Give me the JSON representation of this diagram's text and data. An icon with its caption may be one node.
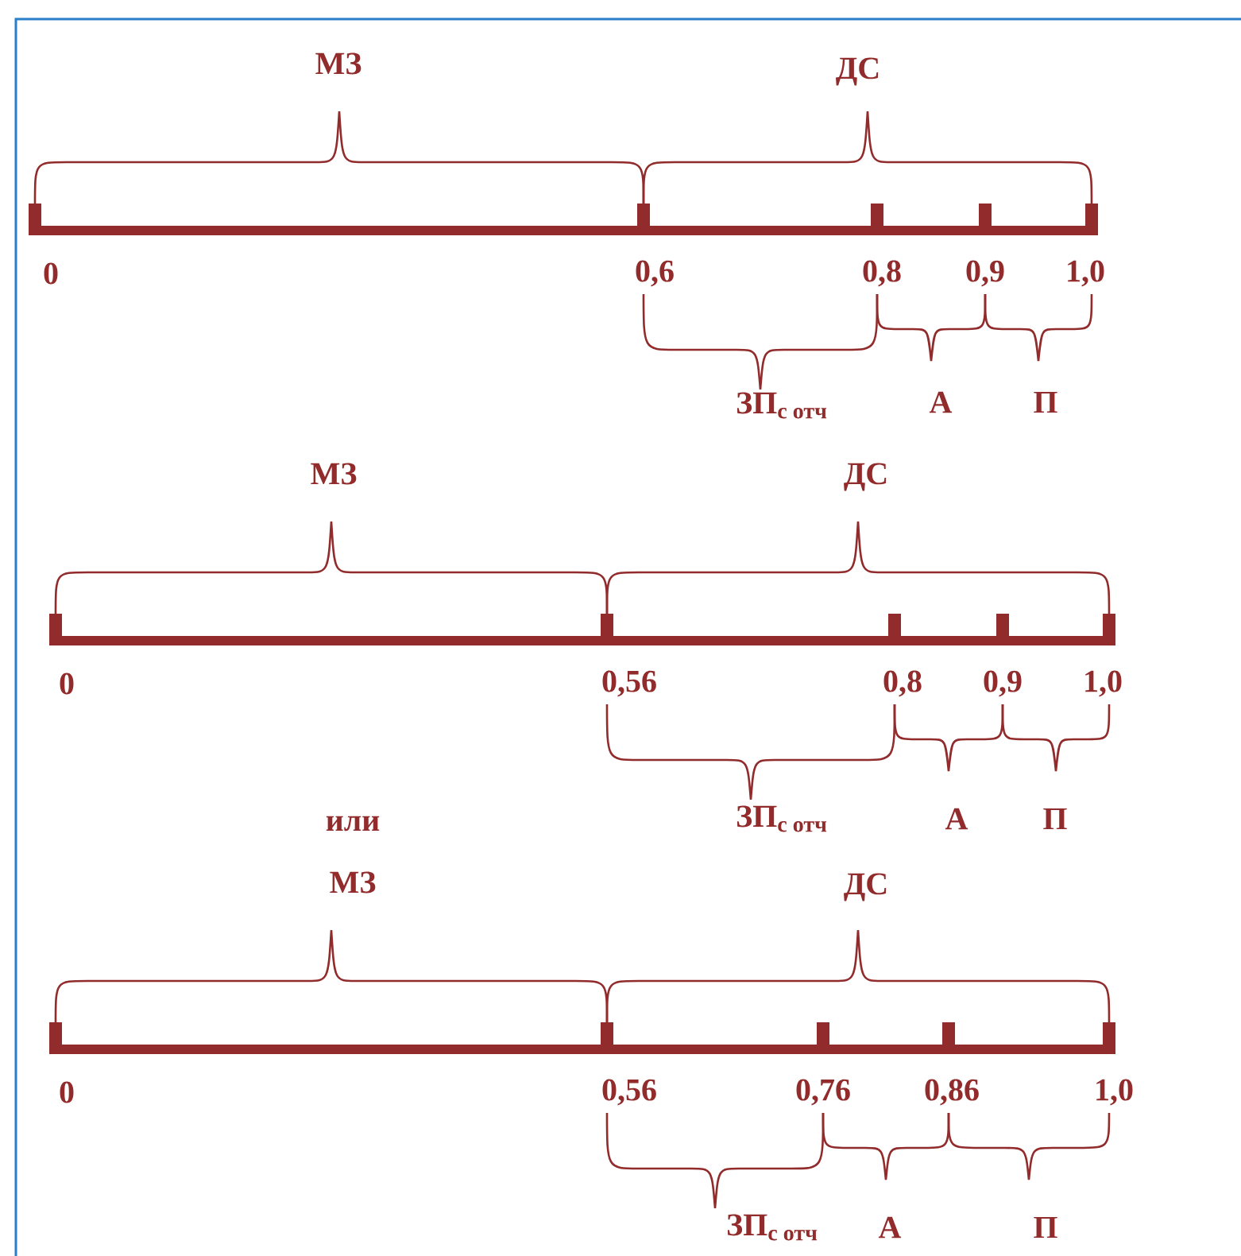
{
  "diagram": {
    "labels": [
      "МЗ",
      "ДС",
      "0",
      "0,6",
      "0,8",
      "0,9",
      "1,0",
      "\\text{ЗП}_{\\text{с отч}}",
      "А",
      "П",
      "МЗ",
      "ДС",
      "0",
      "0,56",
      "0,8",
      "0,9",
      "1,0",
      "или",
      "\\text{ЗП}_{\\text{с отч}}",
      "А",
      "П",
      "МЗ",
      "ДС",
      "0",
      "0,56",
      "0,76",
      "0,86",
      "1,0",
      "\\text{ЗП}_{\\text{с отч}}",
      "А",
      "П"
    ]
  }
}
